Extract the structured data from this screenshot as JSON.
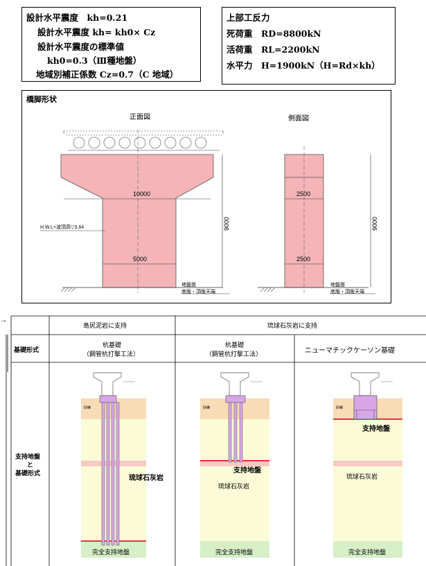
{
  "seismic": {
    "line1": "設計水平震度　kh=0.21",
    "line2": "設計水平震度 kh= kh0× Cz",
    "line3": "設計水平震度の標準値",
    "line4": "kh0=0.3（Ⅲ種地盤）",
    "line5": "地域別補正係数 Cz=0.7（C 地域）"
  },
  "reaction": {
    "title": "上部工反力",
    "dead": "死荷重　RD=8800kN",
    "live": "活荷重　RL=2200kN",
    "horizontal": "水平力　H=1900kN（H=Rd×kh）"
  },
  "pier": {
    "title": "橋脚形状",
    "front_label": "正面図",
    "side_label": "側面図",
    "dim_top_width": "10000",
    "dim_bottom_width": "5000",
    "dim_height_front": "9000",
    "dim_side_top": "2500",
    "dim_side_bottom": "2500",
    "dim_height_side": "9000",
    "water_level": "H.W.L+波頂高▽3.64",
    "ground_label": "地盤面",
    "footing_label": "底版・頂版天端"
  },
  "table": {
    "col1_header": "島尻泥岩に支持",
    "col2_header": "琉球石灰岩に支持",
    "row_form_label": "基礎形式",
    "form1_line1": "杭基礎",
    "form1_line2": "（鋼管杭打撃工法）",
    "form2_line1": "杭基礎",
    "form2_line2": "（鋼管杭打撃工法）",
    "form3": "ニューマチックケーソン基礎",
    "row_support_label_1": "支持地盤",
    "row_support_label_2": "と",
    "row_support_label_3": "基礎形式",
    "layer_small_1": "砂礫",
    "layer_small_2": "砂礫",
    "layer_small_3": "砂礫",
    "limestone_1": "琉球石灰岩",
    "support_2": "支持地盤",
    "limestone_2": "琉球石灰岩",
    "support_3": "支持地盤",
    "limestone_3": "琉球石灰岩",
    "full_support_1": "完全支持地盤",
    "full_support_2": "完全支持地盤",
    "full_support_3": "完全支持地盤"
  },
  "colors": {
    "pier_fill": "#f4b4b8",
    "soil_top": "#f7dcb6",
    "soil_mid": "#fbfbd8",
    "soil_band": "#f6c9c4",
    "soil_bottom": "#d6efc6",
    "pile": "#d8a6e6",
    "red_line": "#e8333a"
  }
}
